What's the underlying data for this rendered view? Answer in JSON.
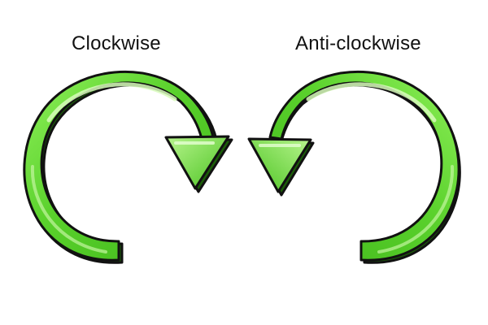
{
  "labels": {
    "clockwise": "Clockwise",
    "anticlockwise": "Anti-clockwise"
  },
  "arrows": [
    {
      "name": "clockwise",
      "direction": "clockwise",
      "icon": "clockwise-arrow-icon"
    },
    {
      "name": "anti-clockwise",
      "direction": "anti-clockwise",
      "icon": "anticlockwise-arrow-icon"
    }
  ],
  "colors": {
    "arrow_fill": "#5ad12c",
    "arrow_highlight": "#c9f7a8",
    "arrow_shadow": "#2f8f12",
    "outline": "#111111",
    "background": "#ffffff"
  }
}
